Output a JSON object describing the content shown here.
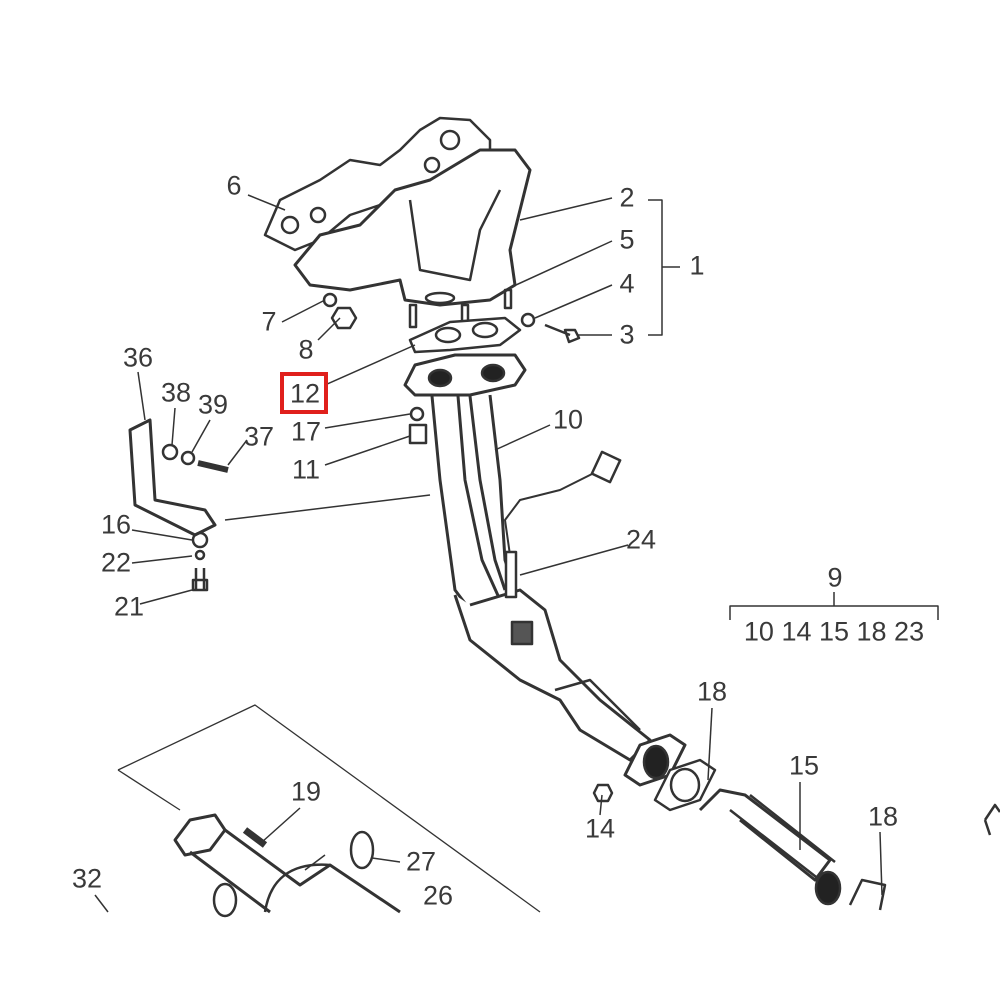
{
  "diagram": {
    "highlight_color": "#e0201c",
    "highlighted_label": "12",
    "labels": {
      "l6": "6",
      "l2": "2",
      "l5": "5",
      "l1": "1",
      "l4": "4",
      "l3": "3",
      "l7": "7",
      "l8": "8",
      "l36": "36",
      "l38": "38",
      "l39": "39",
      "l12": "12",
      "l37": "37",
      "l17": "17",
      "l10": "10",
      "l11": "11",
      "l16": "16",
      "l24": "24",
      "l22": "22",
      "l9": "9",
      "l9kit": "10 14 15 18 23",
      "l21": "21",
      "l18a": "18",
      "l15": "15",
      "l19": "19",
      "l14": "14",
      "l18b": "18",
      "l27": "27",
      "l32": "32",
      "l26": "26"
    }
  }
}
